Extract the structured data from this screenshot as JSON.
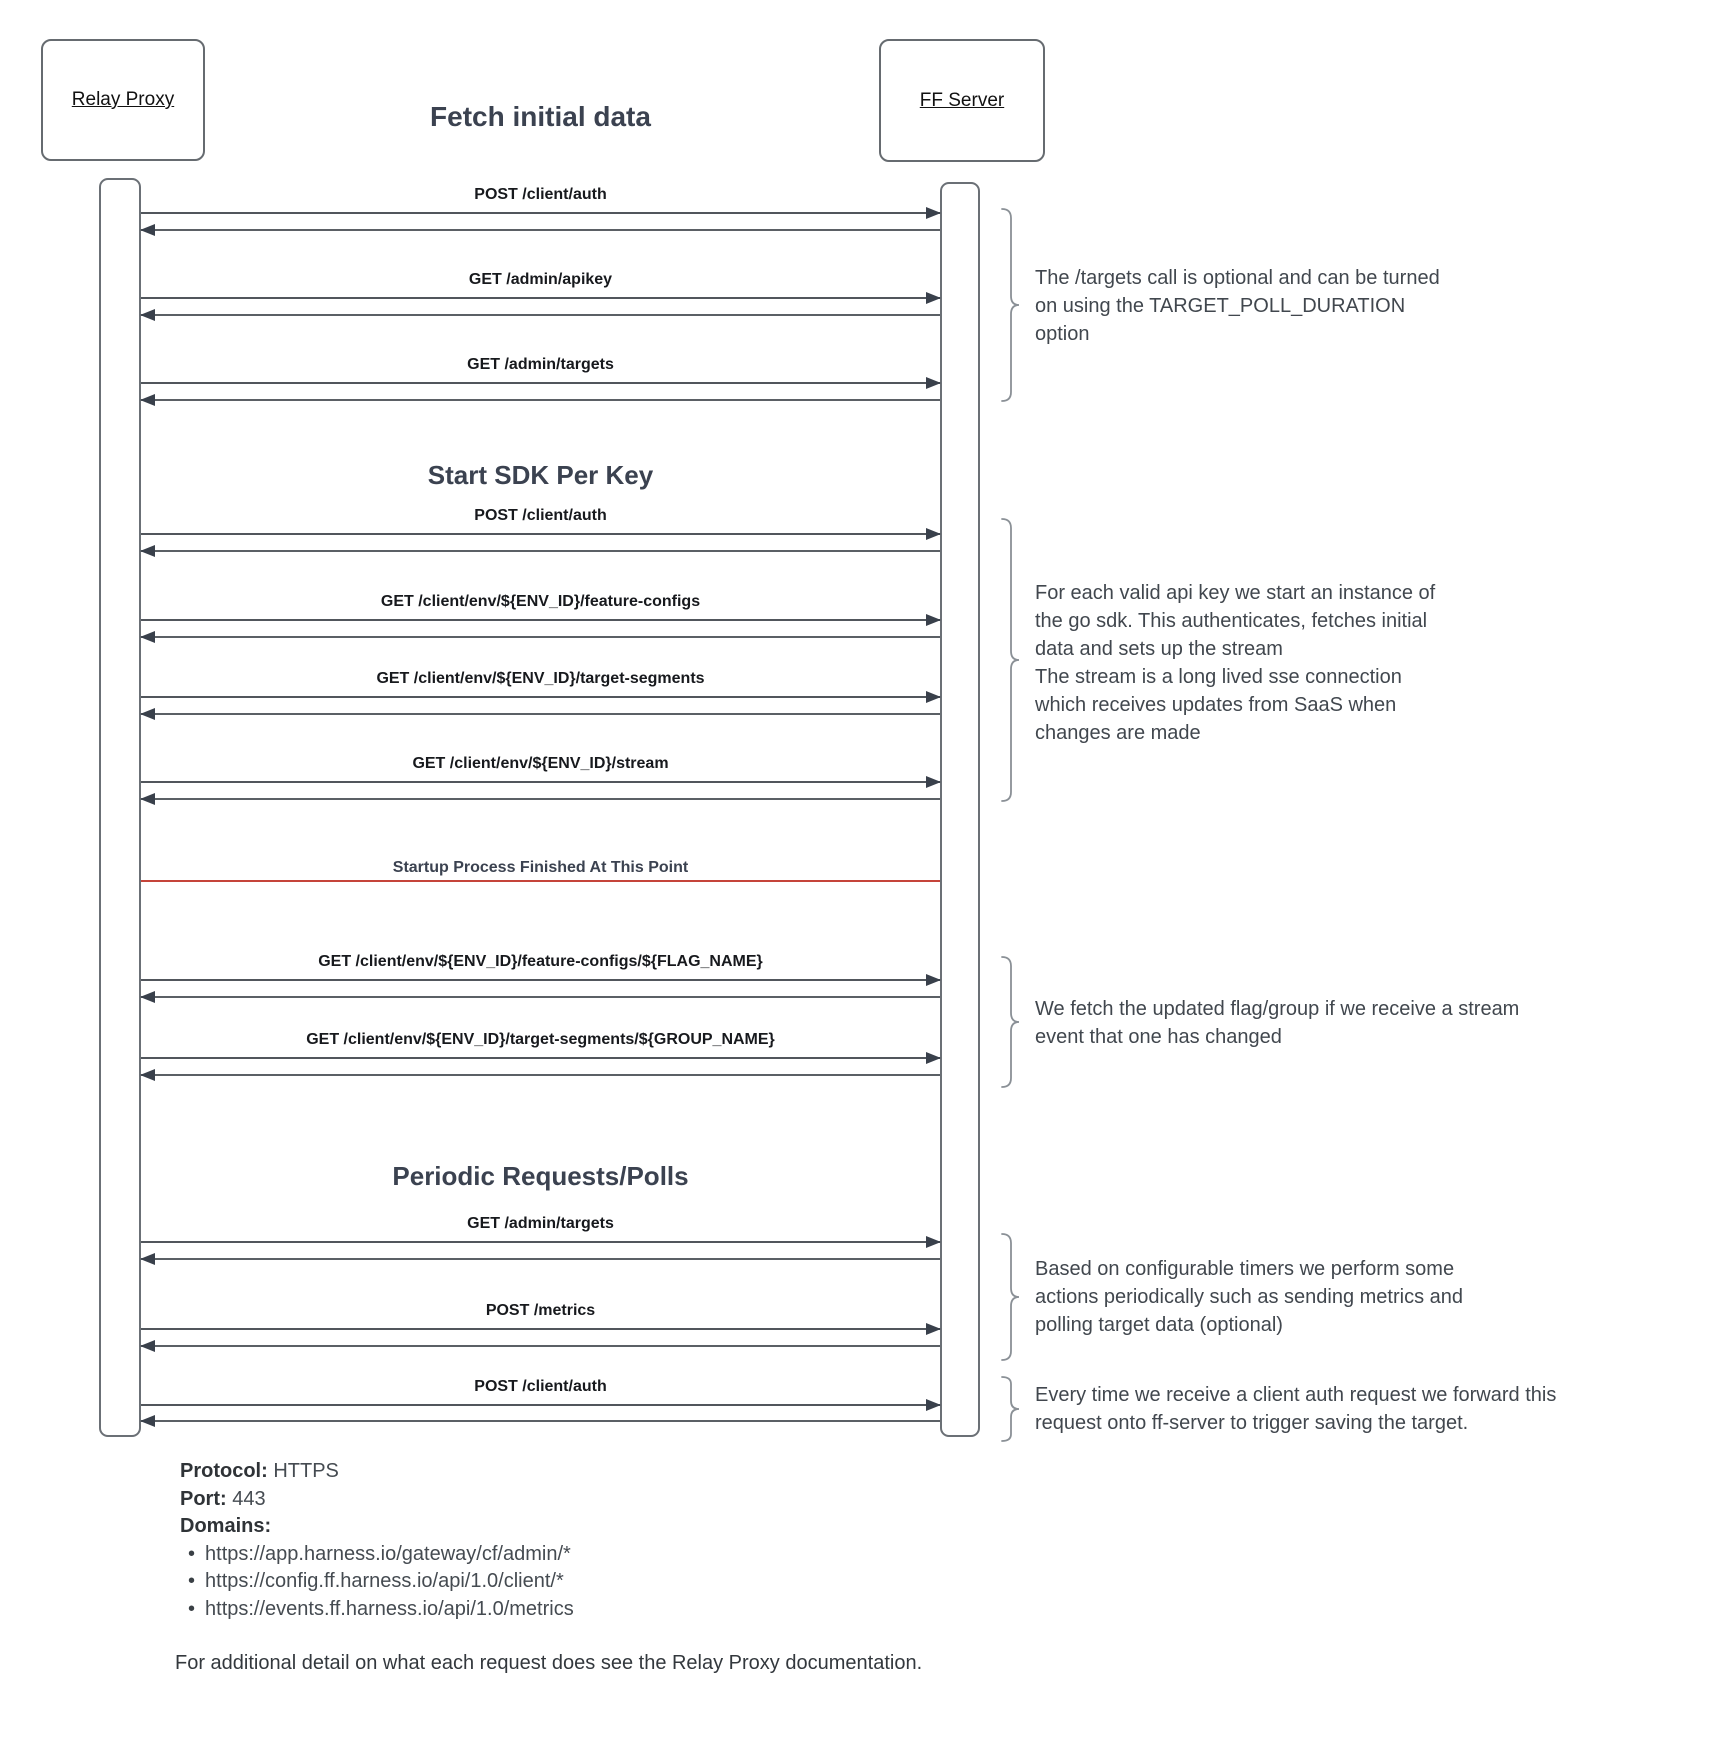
{
  "diagram": {
    "participants": [
      {
        "label": "Relay Proxy"
      },
      {
        "label": "FF Server"
      }
    ],
    "title": "Fetch initial data",
    "sections": {
      "sdk": "Start SDK Per Key",
      "periodic": "Periodic Requests/Polls"
    },
    "separator": {
      "label": "Startup Process Finished At This Point",
      "color": "#c5443a"
    },
    "messages": [
      {
        "label": "POST /client/auth"
      },
      {
        "label": "GET /admin/apikey"
      },
      {
        "label": "GET /admin/targets"
      },
      {
        "label": "POST /client/auth"
      },
      {
        "label": "GET /client/env/${ENV_ID}/feature-configs"
      },
      {
        "label": "GET /client/env/${ENV_ID}/target-segments"
      },
      {
        "label": "GET /client/env/${ENV_ID}/stream"
      },
      {
        "label": "GET /client/env/${ENV_ID}/feature-configs/${FLAG_NAME}"
      },
      {
        "label": "GET /client/env/${ENV_ID}/target-segments/${GROUP_NAME}"
      },
      {
        "label": "GET /admin/targets"
      },
      {
        "label": "POST /metrics"
      },
      {
        "label": "POST /client/auth"
      }
    ],
    "annotations": [
      {
        "text": "The /targets call is optional and can be turned\non using the TARGET_POLL_DURATION\noption"
      },
      {
        "text": "For each valid api key we start an instance of\nthe go sdk. This authenticates, fetches initial\ndata and sets up the stream\nThe stream is a long lived sse connection\nwhich receives updates from SaaS when\nchanges are made"
      },
      {
        "text": "We fetch the updated flag/group if we receive a stream\nevent that one has changed"
      },
      {
        "text": "Based on configurable timers we perform some\nactions periodically such as sending metrics and\npolling target data (optional)"
      },
      {
        "text": "Every time we receive a client auth request we forward this\nrequest onto ff-server to trigger saving the target."
      }
    ]
  },
  "footer": {
    "protocol_label": "Protocol:",
    "protocol_value": " HTTPS",
    "port_label": "Port:",
    "port_value": " 443",
    "domains_label": "Domains:",
    "bullet": "•",
    "domains": [
      "https://app.harness.io/gateway/cf/admin/*",
      "https://config.ff.harness.io/api/1.0/client/*",
      "https://events.ff.harness.io/api/1.0/metrics"
    ],
    "note": "For additional detail on what each request does see the Relay Proxy documentation."
  }
}
